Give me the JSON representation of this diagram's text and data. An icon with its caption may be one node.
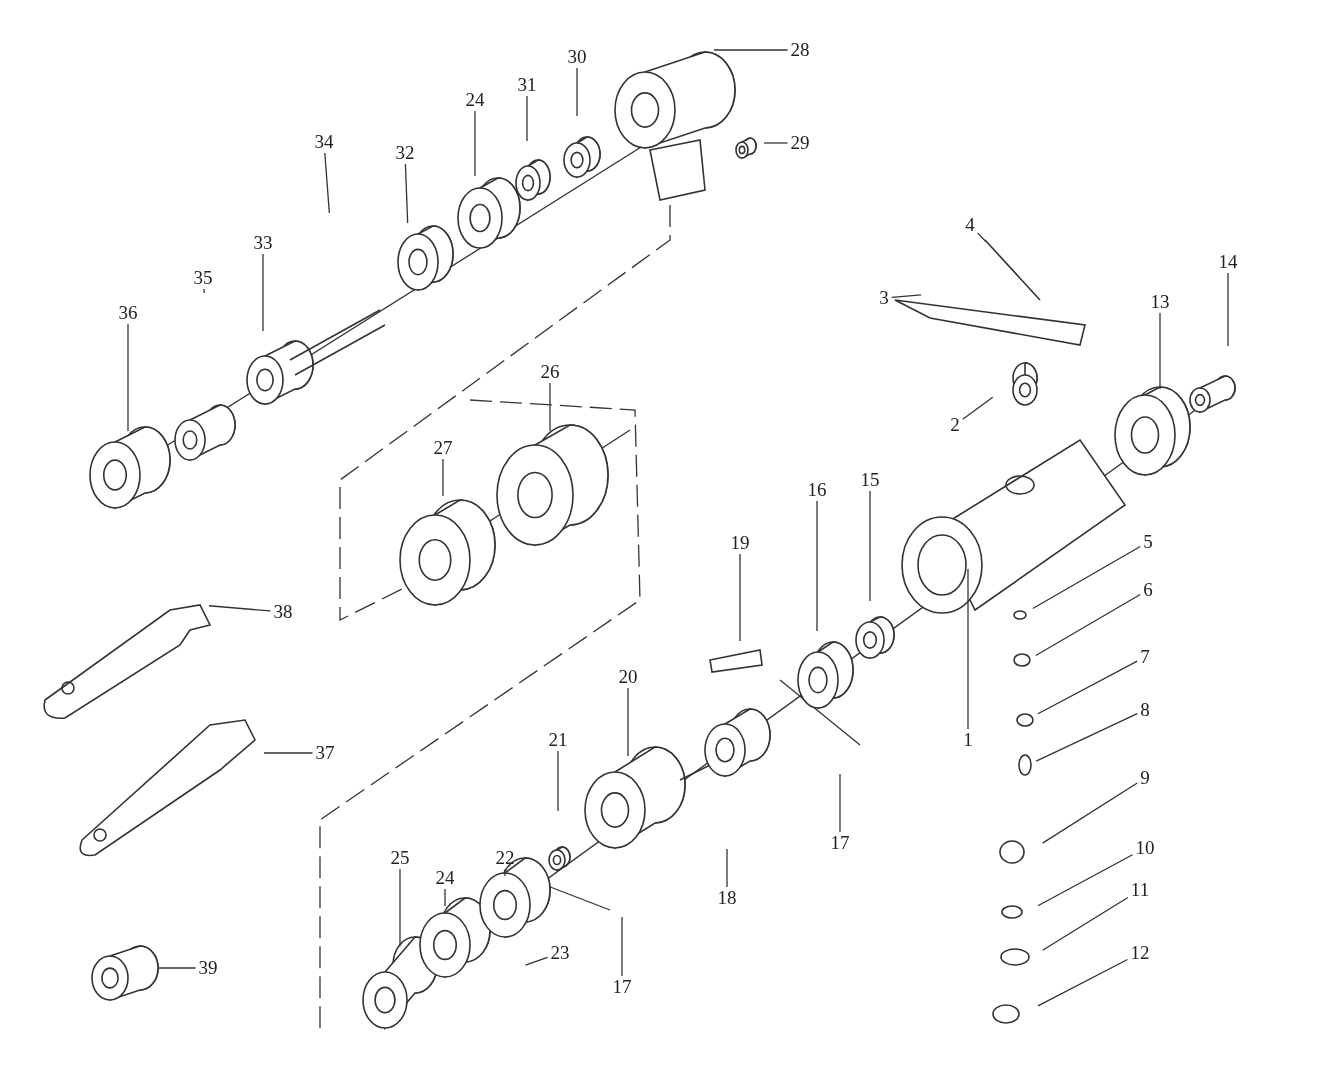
{
  "diagram": {
    "nodes": [
      {
        "text": [
          "28"
        ]
      },
      {
        "text": [
          "30"
        ]
      },
      {
        "text": [
          "31"
        ]
      },
      {
        "text": [
          "24"
        ]
      },
      {
        "text": [
          "34"
        ]
      },
      {
        "text": [
          "29"
        ]
      },
      {
        "text": [
          "32"
        ]
      },
      {
        "text": [
          "4"
        ]
      },
      {
        "text": [
          "33"
        ]
      },
      {
        "text": [
          "14"
        ]
      },
      {
        "text": [
          "35"
        ]
      },
      {
        "text": [
          "3"
        ]
      },
      {
        "text": [
          "13"
        ]
      },
      {
        "text": [
          "36"
        ]
      },
      {
        "text": [
          "26"
        ]
      },
      {
        "text": [
          "2"
        ]
      },
      {
        "text": [
          "27"
        ]
      },
      {
        "text": [
          "15"
        ]
      },
      {
        "text": [
          "16"
        ]
      },
      {
        "text": [
          "5"
        ]
      },
      {
        "text": [
          "19"
        ]
      },
      {
        "text": [
          "6"
        ]
      },
      {
        "text": [
          "38"
        ]
      },
      {
        "text": [
          "7"
        ]
      },
      {
        "text": [
          "20"
        ]
      },
      {
        "text": [
          "8"
        ]
      },
      {
        "text": [
          "21"
        ]
      },
      {
        "text": [
          "1"
        ]
      },
      {
        "text": [
          "37"
        ]
      },
      {
        "text": [
          "9"
        ]
      },
      {
        "text": [
          "17"
        ]
      },
      {
        "text": [
          "10"
        ]
      },
      {
        "text": [
          "22"
        ]
      },
      {
        "text": [
          "25"
        ]
      },
      {
        "text": [
          "24"
        ]
      },
      {
        "text": [
          "11"
        ]
      },
      {
        "text": [
          "18"
        ]
      },
      {
        "text": [
          "12"
        ]
      },
      {
        "text": [
          "23"
        ]
      },
      {
        "text": [
          "39"
        ]
      },
      {
        "text": [
          "17"
        ]
      }
    ],
    "edges": [
      {
        "from": 0,
        "to": null,
        "arrow": "none"
      },
      {
        "from": 1,
        "to": null,
        "arrow": "none"
      },
      {
        "from": 2,
        "to": null,
        "arrow": "none"
      },
      {
        "from": 3,
        "to": null,
        "arrow": "none"
      },
      {
        "from": 4,
        "to": null,
        "arrow": "none"
      },
      {
        "from": 5,
        "to": null,
        "arrow": "none"
      },
      {
        "from": 6,
        "to": null,
        "arrow": "none"
      },
      {
        "from": 7,
        "to": null,
        "arrow": "none"
      },
      {
        "from": 8,
        "to": null,
        "arrow": "none"
      },
      {
        "from": 9,
        "to": null,
        "arrow": "none"
      },
      {
        "from": 10,
        "to": null,
        "arrow": "none"
      },
      {
        "from": 11,
        "to": null,
        "arrow": "none"
      },
      {
        "from": 12,
        "to": null,
        "arrow": "none"
      },
      {
        "from": 13,
        "to": null,
        "arrow": "none"
      },
      {
        "from": 14,
        "to": null,
        "arrow": "none"
      },
      {
        "from": 15,
        "to": null,
        "arrow": "none"
      },
      {
        "from": 16,
        "to": null,
        "arrow": "none"
      },
      {
        "from": 17,
        "to": null,
        "arrow": "none"
      },
      {
        "from": 18,
        "to": null,
        "arrow": "none"
      },
      {
        "from": 19,
        "to": null,
        "arrow": "none"
      },
      {
        "from": 20,
        "to": null,
        "arrow": "none"
      },
      {
        "from": 21,
        "to": null,
        "arrow": "none"
      },
      {
        "from": 22,
        "to": null,
        "arrow": "none"
      },
      {
        "from": 23,
        "to": null,
        "arrow": "none"
      },
      {
        "from": 24,
        "to": null,
        "arrow": "none"
      },
      {
        "from": 25,
        "to": null,
        "arrow": "none"
      },
      {
        "from": 26,
        "to": null,
        "arrow": "none"
      },
      {
        "from": 27,
        "to": null,
        "arrow": "none"
      },
      {
        "from": 28,
        "to": null,
        "arrow": "none"
      },
      {
        "from": 29,
        "to": null,
        "arrow": "none"
      },
      {
        "from": 30,
        "to": null,
        "arrow": "none"
      },
      {
        "from": 31,
        "to": null,
        "arrow": "none"
      },
      {
        "from": 32,
        "to": null,
        "arrow": "none"
      },
      {
        "from": 33,
        "to": null,
        "arrow": "none"
      },
      {
        "from": 34,
        "to": null,
        "arrow": "none"
      },
      {
        "from": 35,
        "to": null,
        "arrow": "none"
      },
      {
        "from": 36,
        "to": null,
        "arrow": "none"
      },
      {
        "from": 37,
        "to": null,
        "arrow": "none"
      },
      {
        "from": 38,
        "to": null,
        "arrow": "none"
      },
      {
        "from": 39,
        "to": null,
        "arrow": "none"
      },
      {
        "from": 40,
        "to": null,
        "arrow": "none"
      }
    ]
  }
}
